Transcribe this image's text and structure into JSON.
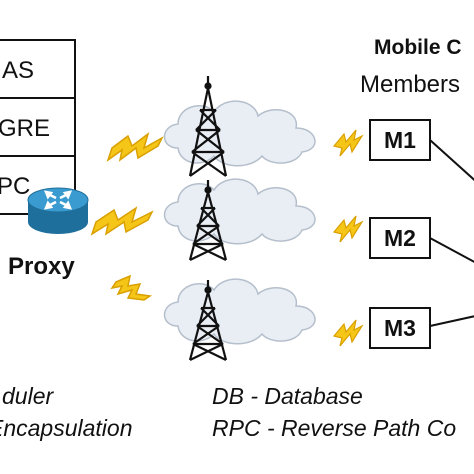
{
  "protocol_stack": {
    "layers": [
      "AS",
      "GRE",
      "PC"
    ]
  },
  "proxy": {
    "label": "Proxy",
    "icon": "router-icon"
  },
  "mobile_group": {
    "title": "Mobile C",
    "subtitle": "Members"
  },
  "members": [
    {
      "label": "M1"
    },
    {
      "label": "M2"
    },
    {
      "label": "M3"
    }
  ],
  "legend": {
    "left": [
      "duler",
      "Encapsulation"
    ],
    "right": [
      "DB - Database",
      "RPC - Reverse Path Co"
    ]
  },
  "colors": {
    "lightning": "#f5c518",
    "lightning_stroke": "#d9a000",
    "router": "#2a86b8",
    "cloud": "#e9eef5",
    "cloud_stroke": "#b5bfcc",
    "tower": "#111111"
  }
}
